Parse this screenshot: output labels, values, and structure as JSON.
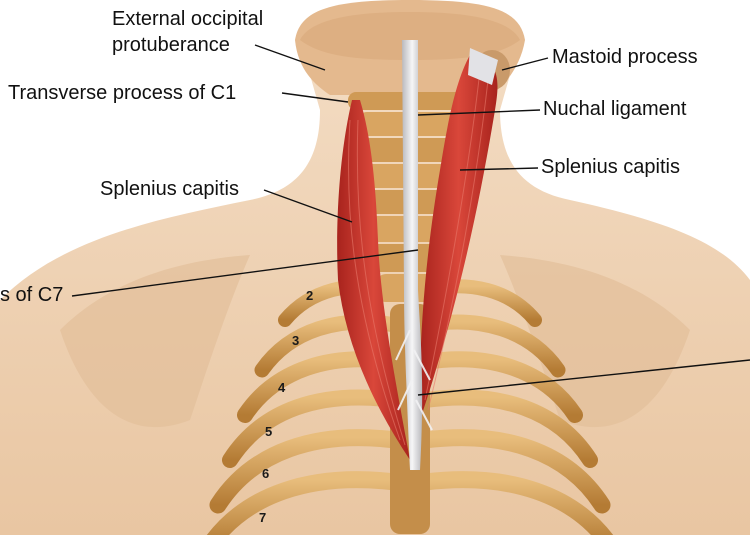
{
  "labels": {
    "external_occipital_line1": "External occipital",
    "external_occipital_line2": "protuberance",
    "mastoid_process": "Mastoid process",
    "transverse_process_c1": "Transverse process of C1",
    "nuchal_ligament": "Nuchal ligament",
    "splenius_capitis_left": "Splenius capitis",
    "splenius_capitis_right": "Splenius capitis",
    "spinous_process_c7_fragment": "s of C7"
  },
  "rib_numbers": [
    "2",
    "3",
    "4",
    "5",
    "6",
    "7"
  ],
  "colors": {
    "skin": "#efd2b4",
    "skin_shadow": "#dcb08a",
    "bone": "#d9a561",
    "bone_dark": "#a8742f",
    "muscle": "#c9332a",
    "muscle_light": "#e06a5a",
    "ligament": "#e6e6e8",
    "leader_line": "#111111"
  }
}
